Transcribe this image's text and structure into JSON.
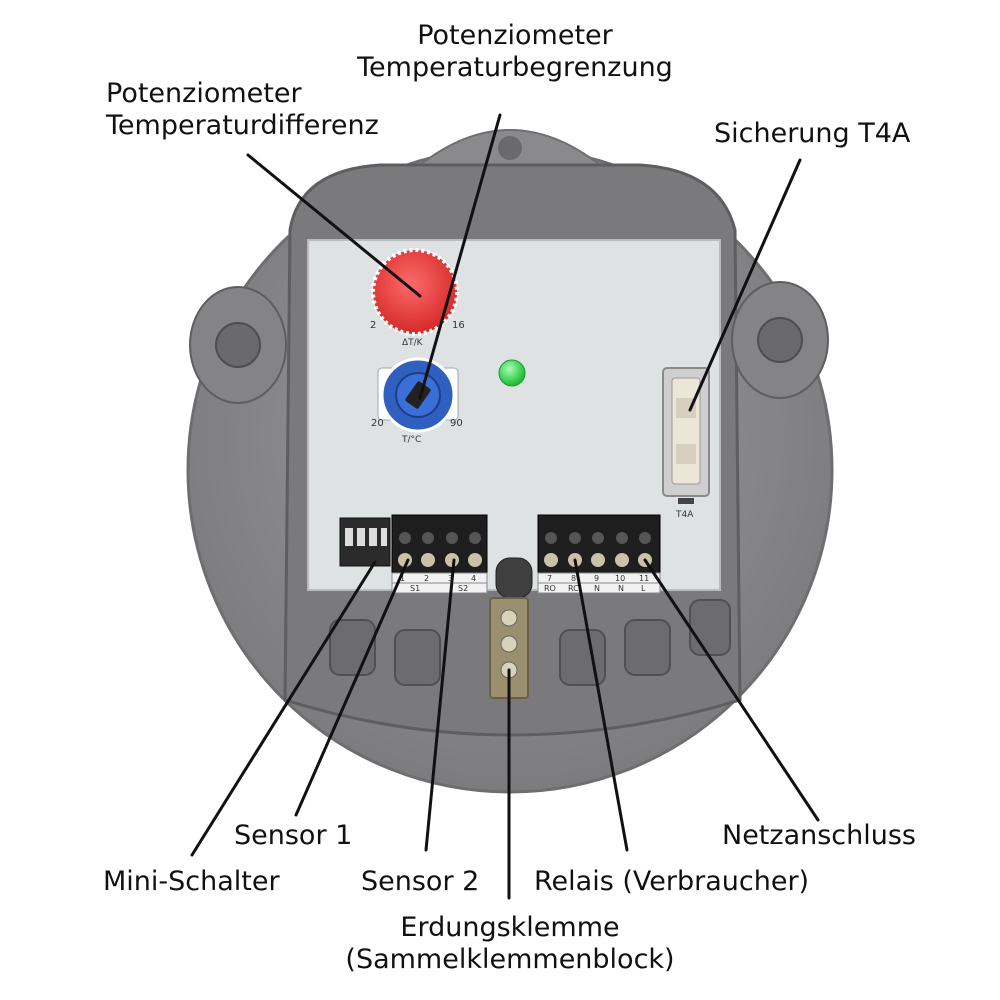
{
  "device": {
    "pot_diff_scale": {
      "min": "2",
      "max": "16",
      "unit": "ΔT/K"
    },
    "pot_limit_scale": {
      "min": "20",
      "max": "90",
      "unit": "T/°C"
    },
    "fuse_label": "T4A",
    "terminals": {
      "numbers": [
        "1",
        "2",
        "3",
        "4",
        "7",
        "8",
        "9",
        "10",
        "11"
      ],
      "groups": [
        "S1",
        "S2",
        "RO",
        "RC",
        "N",
        "N",
        "L"
      ]
    },
    "colors": {
      "housing": "#8a8a8c",
      "board": "#dfe2e2",
      "pot_diff": "#e53a3a",
      "pot_limit": "#2f5fbf",
      "led": "#2fd84a"
    }
  },
  "labels": {
    "pot_temp_diff": [
      "Potenziometer",
      "Temperaturdifferenz"
    ],
    "pot_temp_limit": [
      "Potenziometer",
      "Temperaturbegrenzung"
    ],
    "fuse": "Sicherung T4A",
    "mini_switch": "Mini-Schalter",
    "sensor1": "Sensor 1",
    "sensor2": "Sensor 2",
    "ground": [
      "Erdungsklemme",
      "(Sammelklemmenblock)"
    ],
    "relay": "Relais (Verbraucher)",
    "mains": "Netzanschluss"
  }
}
